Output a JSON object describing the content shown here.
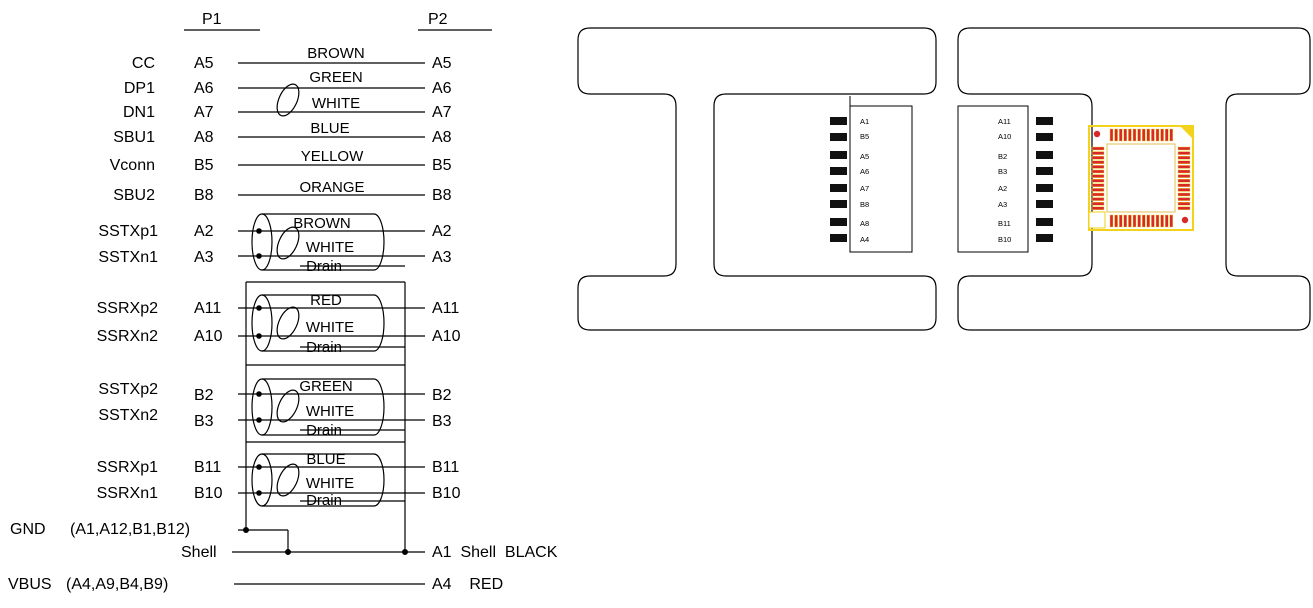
{
  "wiring": {
    "p1_header": "P1",
    "p2_header": "P2",
    "rows": [
      {
        "signal": "CC",
        "p1": "A5",
        "color": "BROWN",
        "p2": "A5"
      },
      {
        "signal": "DP1",
        "p1": "A6",
        "color": "GREEN",
        "p2": "A6"
      },
      {
        "signal": "DN1",
        "p1": "A7",
        "color": "WHITE",
        "p2": "A7"
      },
      {
        "signal": "SBU1",
        "p1": "A8",
        "color": "BLUE",
        "p2": "A8"
      },
      {
        "signal": "Vconn",
        "p1": "B5",
        "color": "YELLOW",
        "p2": "B5"
      },
      {
        "signal": "SBU2",
        "p1": "B8",
        "color": "ORANGE",
        "p2": "B8"
      }
    ],
    "shielded_pairs": [
      {
        "sig_a": "SSTXp1",
        "pin_a": "A2",
        "color_a": "BROWN",
        "sig_b": "SSTXn1",
        "pin_b": "A3",
        "color_b": "WHITE",
        "drain": "Drain"
      },
      {
        "sig_a": "SSRXp2",
        "pin_a": "A11",
        "color_a": "RED",
        "sig_b": "SSRXn2",
        "pin_b": "A10",
        "color_b": "WHITE",
        "drain": "Drain"
      },
      {
        "sig_a": "SSTXp2",
        "pin_a": "B2",
        "color_a": "GREEN",
        "sig_b": "SSTXn2",
        "pin_b": "B3",
        "color_b": "WHITE",
        "drain": "Drain"
      },
      {
        "sig_a": "SSRXp1",
        "pin_a": "B11",
        "color_a": "BLUE",
        "sig_b": "SSRXn1",
        "pin_b": "B10",
        "color_b": "WHITE",
        "drain": "Drain"
      }
    ],
    "gnd_label": "GND",
    "gnd_pins": "(A1,A12,B1,B12)",
    "shell_label": "Shell",
    "shell_dest": "A1  Shell  BLACK",
    "vbus_label": "VBUS",
    "vbus_pins": "(A4,A9,B4,B9)",
    "vbus_dest": "A4    RED"
  },
  "board": {
    "left_pins": [
      "A1",
      "B5",
      "A5",
      "A6",
      "A7",
      "B8",
      "A8",
      "A4"
    ],
    "right_pins": [
      "A11",
      "A10",
      "B2",
      "B3",
      "A2",
      "A3",
      "B11",
      "B10"
    ],
    "chip_accent": "#d62a2a",
    "chip_outline": "#f2d21b"
  }
}
